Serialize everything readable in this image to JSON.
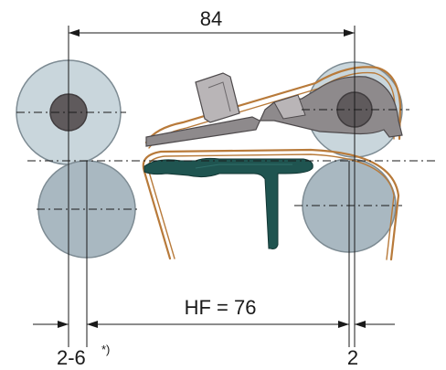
{
  "dimensions": {
    "top_length": "84",
    "hf_length": "HF = 76",
    "gap_left": "2-6",
    "gap_left_note": "*)",
    "gap_right": "2"
  },
  "colors": {
    "roller_light": "#c9d6dc",
    "roller_dark": "#a9b8c1",
    "roller_stroke": "#7d8b93",
    "hub": "#5f5a5c",
    "hub_stroke": "#403c3e",
    "lever_body": "#8e8a8c",
    "lever_highlight": "#b9b5b7",
    "rail": "#1f5450",
    "spring": "#b87a3a",
    "line": "#1a1a1a"
  }
}
